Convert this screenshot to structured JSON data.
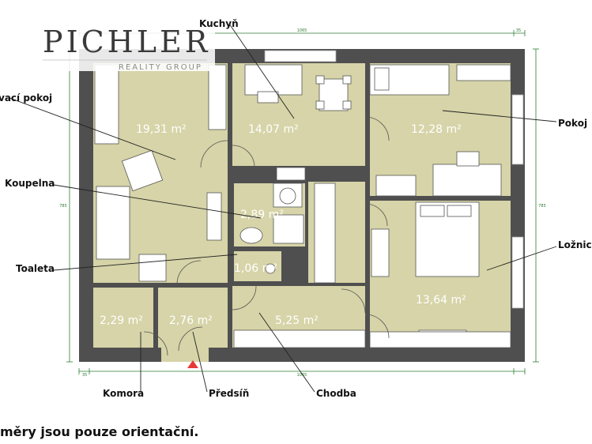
{
  "logo": {
    "name": "PICHLER",
    "subtitle": "REALITY GROUP"
  },
  "rooms": [
    {
      "id": "obyvaci-pokoj",
      "label": "vací pokoj",
      "area": "19,31 m²"
    },
    {
      "id": "kuchyn",
      "label": "Kuchyň",
      "area": "14,07 m²"
    },
    {
      "id": "pokoj",
      "label": "Pokoj",
      "area": "12,28 m²"
    },
    {
      "id": "koupelna",
      "label": "Koupelna",
      "area": "2,89 m²"
    },
    {
      "id": "toaleta",
      "label": "Toaleta",
      "area": "1,06 m²"
    },
    {
      "id": "loznice",
      "label": "Ložnice",
      "area": "13,64 m²"
    },
    {
      "id": "komora",
      "label": "Komora",
      "area": "2,29 m²"
    },
    {
      "id": "predsin",
      "label": "Předsíň",
      "area": "2,76 m²"
    },
    {
      "id": "chodba",
      "label": "Chodba",
      "area": "5,25 m²"
    }
  ],
  "dimensions": {
    "top": "1065",
    "bottom": "1065",
    "left": "785",
    "right": "785",
    "small": "35"
  },
  "colors": {
    "floor": "#d6d4a8",
    "wall": "#4f4f4f",
    "dimension": "#2e7d32",
    "entrance": "#e53935"
  },
  "footer_note": "měry jsou pouze orientační."
}
